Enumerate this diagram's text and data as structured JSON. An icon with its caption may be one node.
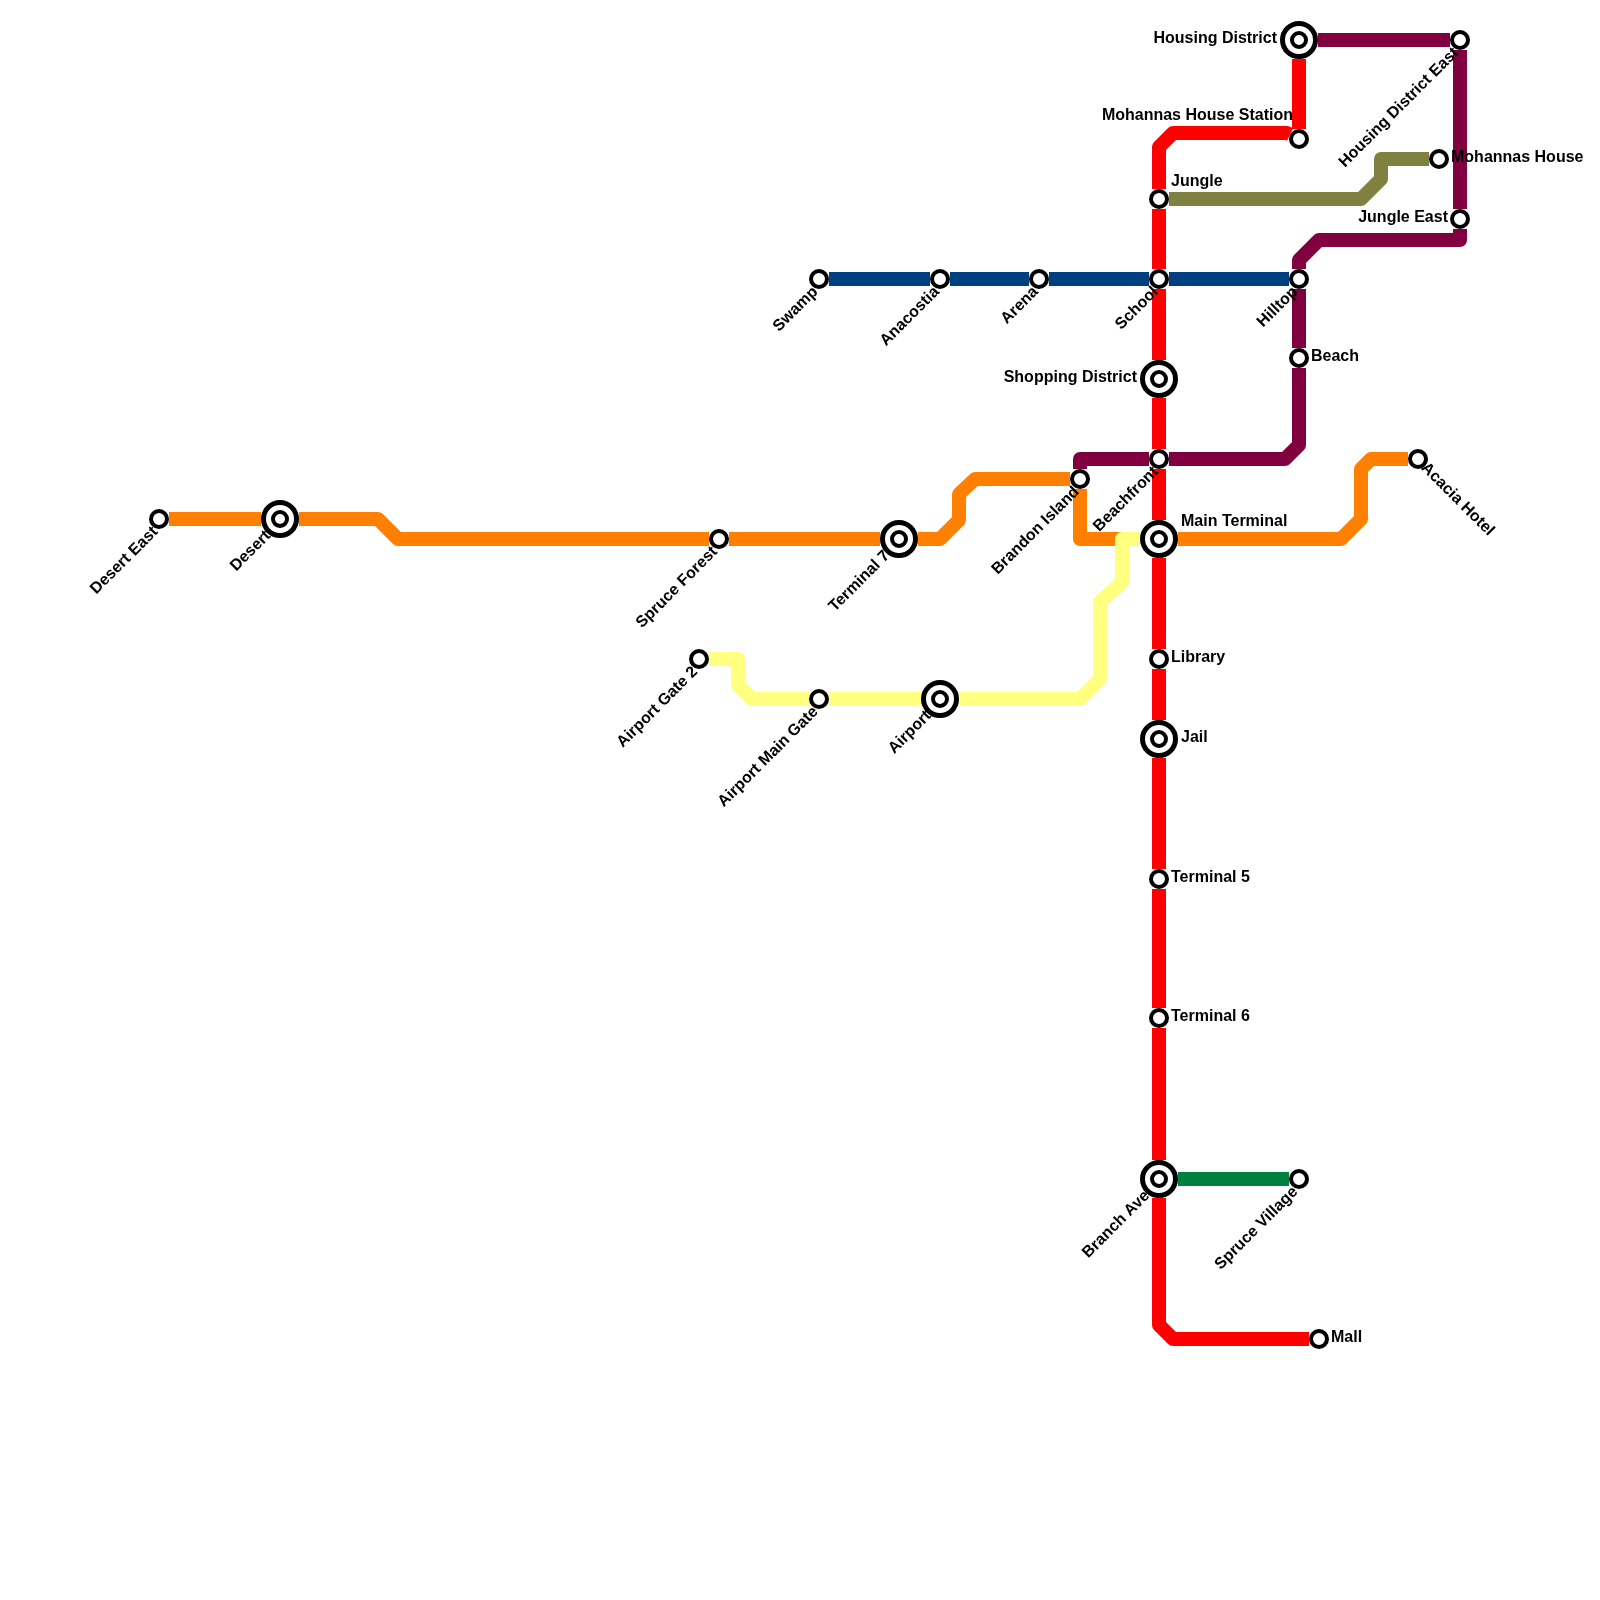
{
  "diagram": {
    "nodes": [
      {
        "text": [],
        "shape": "circle",
        "beside": [
          "Housing District"
        ]
      },
      {
        "text": [],
        "shape": "circle",
        "beside": [
          "Housing District East"
        ]
      },
      {
        "text": [],
        "shape": "circle",
        "beside": [
          "Mohannas House Station"
        ]
      },
      {
        "text": [],
        "shape": "circle",
        "beside": [
          "Mohannas House"
        ]
      },
      {
        "text": [],
        "shape": "circle",
        "beside": [
          "Jungle"
        ]
      },
      {
        "text": [],
        "shape": "circle",
        "beside": [
          "Jungle East"
        ]
      },
      {
        "text": [],
        "shape": "circle",
        "beside": [
          "Swamp"
        ]
      },
      {
        "text": [],
        "shape": "circle",
        "beside": [
          "Anacostia"
        ]
      },
      {
        "text": [],
        "shape": "circle",
        "beside": [
          "Arena"
        ]
      },
      {
        "text": [],
        "shape": "circle",
        "beside": [
          "School"
        ]
      },
      {
        "text": [],
        "shape": "circle",
        "beside": [
          "Hilltop"
        ]
      },
      {
        "text": [],
        "shape": "circle",
        "beside": [
          "Beach"
        ]
      },
      {
        "text": [],
        "shape": "circle",
        "beside": [
          "Shopping District"
        ]
      },
      {
        "text": [],
        "shape": "circle",
        "beside": [
          "Beachfront"
        ]
      },
      {
        "text": [],
        "shape": "circle",
        "beside": [
          "Acacia Hotel"
        ]
      },
      {
        "text": [],
        "shape": "circle",
        "beside": [
          "Brandon Island"
        ]
      },
      {
        "text": [],
        "shape": "circle",
        "beside": [
          "Desert East"
        ]
      },
      {
        "text": [],
        "shape": "circle",
        "beside": [
          "Desert"
        ]
      },
      {
        "text": [],
        "shape": "circle",
        "beside": [
          "Spruce Forest"
        ]
      },
      {
        "text": [],
        "shape": "circle",
        "beside": [
          "Terminal 7"
        ]
      },
      {
        "text": [],
        "shape": "circle",
        "beside": [
          "Main Terminal"
        ]
      },
      {
        "text": [],
        "shape": "circle",
        "beside": [
          "Airport Gate 2"
        ]
      },
      {
        "text": [],
        "shape": "circle",
        "beside": [
          "Library"
        ]
      },
      {
        "text": [],
        "shape": "circle",
        "beside": [
          "Airport Main Gate"
        ]
      },
      {
        "text": [],
        "shape": "circle",
        "beside": [
          "Airport"
        ]
      },
      {
        "text": [],
        "shape": "circle",
        "beside": [
          "Jail"
        ]
      },
      {
        "text": [],
        "shape": "circle",
        "beside": [
          "Terminal 5"
        ]
      },
      {
        "text": [],
        "shape": "circle",
        "beside": [
          "Terminal 6"
        ]
      },
      {
        "text": [],
        "shape": "circle",
        "beside": [
          "Branch Ave"
        ]
      },
      {
        "text": [],
        "shape": "circle",
        "beside": [
          "Spruce Village"
        ]
      },
      {
        "text": [],
        "shape": "circle",
        "beside": [
          "Mall"
        ]
      }
    ],
    "edges": [
      {
        "from": 0,
        "to": 2,
        "arrow": "none",
        "color": "#ff0000"
      },
      {
        "from": 2,
        "to": 4,
        "arrow": "none",
        "color": "#ff0000"
      },
      {
        "from": 4,
        "to": 9,
        "arrow": "none",
        "color": "#ff0000"
      },
      {
        "from": 9,
        "to": 12,
        "arrow": "none",
        "color": "#ff0000"
      },
      {
        "from": 12,
        "to": 13,
        "arrow": "none",
        "color": "#ff0000"
      },
      {
        "from": 13,
        "to": 20,
        "arrow": "none",
        "color": "#ff0000"
      },
      {
        "from": 20,
        "to": 22,
        "arrow": "none",
        "color": "#ff0000"
      },
      {
        "from": 22,
        "to": 25,
        "arrow": "none",
        "color": "#ff0000"
      },
      {
        "from": 25,
        "to": 26,
        "arrow": "none",
        "color": "#ff0000"
      },
      {
        "from": 26,
        "to": 27,
        "arrow": "none",
        "color": "#ff0000"
      },
      {
        "from": 27,
        "to": 28,
        "arrow": "none",
        "color": "#ff0000"
      },
      {
        "from": 28,
        "to": 30,
        "arrow": "none",
        "color": "#ff0000"
      },
      {
        "from": 0,
        "to": 1,
        "arrow": "none",
        "color": "#800040"
      },
      {
        "from": 1,
        "to": 5,
        "arrow": "none",
        "color": "#800040"
      },
      {
        "from": 5,
        "to": 10,
        "arrow": "none",
        "color": "#800040"
      },
      {
        "from": 10,
        "to": 11,
        "arrow": "none",
        "color": "#800040"
      },
      {
        "from": 11,
        "to": 13,
        "arrow": "none",
        "color": "#800040"
      },
      {
        "from": 13,
        "to": 15,
        "arrow": "none",
        "color": "#800040"
      },
      {
        "from": 4,
        "to": 3,
        "arrow": "none",
        "color": "#808040"
      },
      {
        "from": 6,
        "to": 7,
        "arrow": "none",
        "color": "#004080"
      },
      {
        "from": 7,
        "to": 8,
        "arrow": "none",
        "color": "#004080"
      },
      {
        "from": 8,
        "to": 9,
        "arrow": "none",
        "color": "#004080"
      },
      {
        "from": 9,
        "to": 10,
        "arrow": "none",
        "color": "#004080"
      },
      {
        "from": 16,
        "to": 17,
        "arrow": "none",
        "color": "#ff8000"
      },
      {
        "from": 17,
        "to": 18,
        "arrow": "none",
        "color": "#ff8000"
      },
      {
        "from": 18,
        "to": 19,
        "arrow": "none",
        "color": "#ff8000"
      },
      {
        "from": 19,
        "to": 15,
        "arrow": "none",
        "color": "#ff8000"
      },
      {
        "from": 15,
        "to": 20,
        "arrow": "none",
        "color": "#ff8000"
      },
      {
        "from": 20,
        "to": 14,
        "arrow": "none",
        "color": "#ff8000"
      },
      {
        "from": 21,
        "to": 23,
        "arrow": "none",
        "color": "#ffff80"
      },
      {
        "from": 23,
        "to": 24,
        "arrow": "none",
        "color": "#ffff80"
      },
      {
        "from": 24,
        "to": 20,
        "arrow": "none",
        "color": "#ffff80"
      },
      {
        "from": 28,
        "to": 29,
        "arrow": "none",
        "color": "#008040"
      }
    ]
  }
}
